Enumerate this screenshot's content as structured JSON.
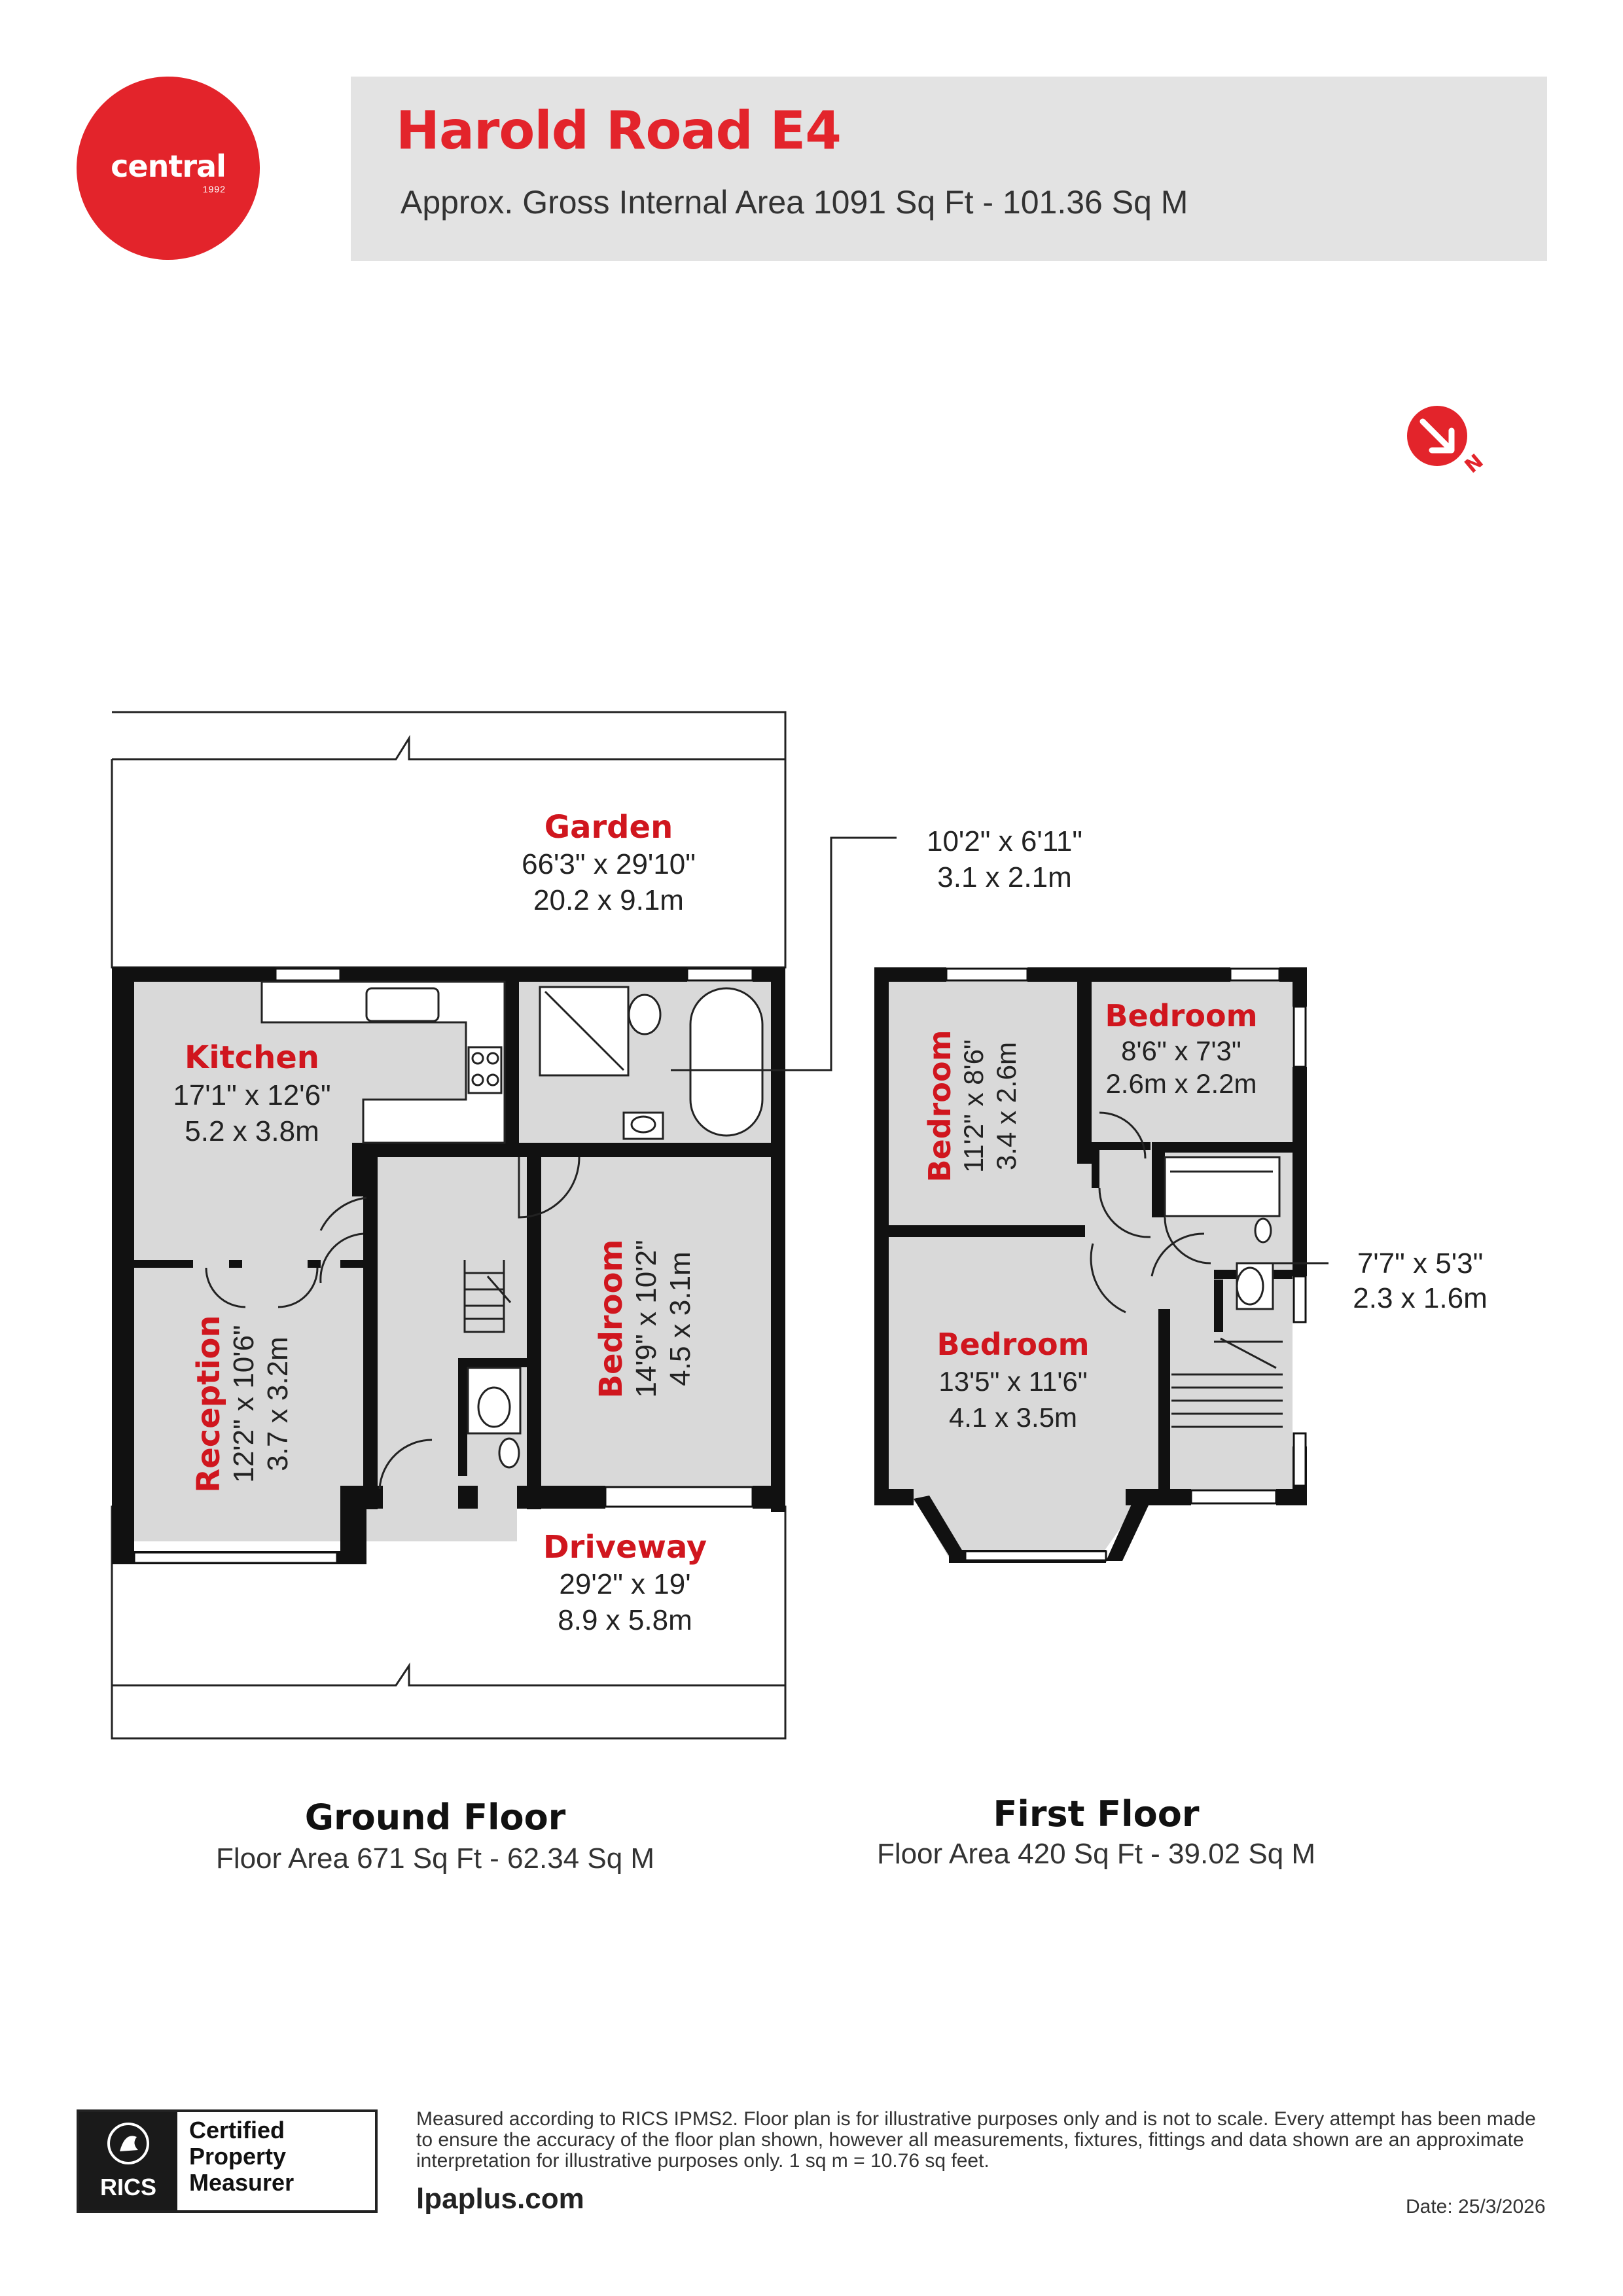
{
  "brand": {
    "name": "central",
    "year": "1992",
    "color": "#e3242b"
  },
  "header": {
    "title": "Harold Road E4",
    "subtitle": "Approx. Gross Internal Area 1091 Sq Ft - 101.36 Sq M"
  },
  "compass": {
    "label": "N",
    "icon": "north-arrow-icon"
  },
  "rooms": {
    "garden": {
      "name": "Garden",
      "imperial": "66'3\" x 29'10\"",
      "metric": "20.2 x 9.1m"
    },
    "kitchen": {
      "name": "Kitchen",
      "imperial": "17'1\" x 12'6\"",
      "metric": "5.2 x 3.8m"
    },
    "reception": {
      "name": "Reception",
      "imperial": "12'2\" x 10'6\"",
      "metric": "3.7 x 3.2m"
    },
    "bedroom_ground": {
      "name": "Bedroom",
      "imperial": "14'9\" x 10'2\"",
      "metric": "4.5 x 3.1m"
    },
    "driveway": {
      "name": "Driveway",
      "imperial": "29'2\" x 19'",
      "metric": "8.9 x 5.8m"
    },
    "bathroom_ground": {
      "imperial": "10'2\" x 6'11\"",
      "metric": "3.1 x 2.1m"
    },
    "bedroom_ff_left": {
      "name": "Bedroom",
      "imperial": "11'2\" x 8'6\"",
      "metric": "3.4 x 2.6m"
    },
    "bedroom_ff_right": {
      "name": "Bedroom",
      "imperial": "8'6\" x 7'3\"",
      "metric": "2.6m x 2.2m"
    },
    "bedroom_ff_front": {
      "name": "Bedroom",
      "imperial": "13'5\" x 11'6\"",
      "metric": "4.1 x 3.5m"
    },
    "bathroom_ff": {
      "imperial": "7'7\" x 5'3\"",
      "metric": "2.3 x 1.6m"
    }
  },
  "floors": {
    "ground": {
      "title": "Ground Floor",
      "area": "Floor Area 671 Sq Ft - 62.34 Sq M"
    },
    "first": {
      "title": "First Floor",
      "area": "Floor Area 420 Sq Ft - 39.02 Sq M"
    }
  },
  "footer": {
    "badge_org": "RICS",
    "badge_text": [
      "Certified",
      "Property",
      "Measurer"
    ],
    "disclaimer": "Measured according to RICS IPMS2. Floor plan is for illustrative purposes only and is not to scale. Every attempt has been made to ensure the accuracy of the floor plan shown, however all measurements, fixtures, fittings and data shown are an approximate interpretation for illustrative purposes only. 1 sq m = 10.76 sq feet.",
    "website": "lpaplus.com",
    "date": "Date: 25/3/2026"
  },
  "colors": {
    "accent": "#e3242b",
    "wall": "#111111",
    "floor": "#d9d9d9",
    "header_bg": "#e3e3e3"
  }
}
